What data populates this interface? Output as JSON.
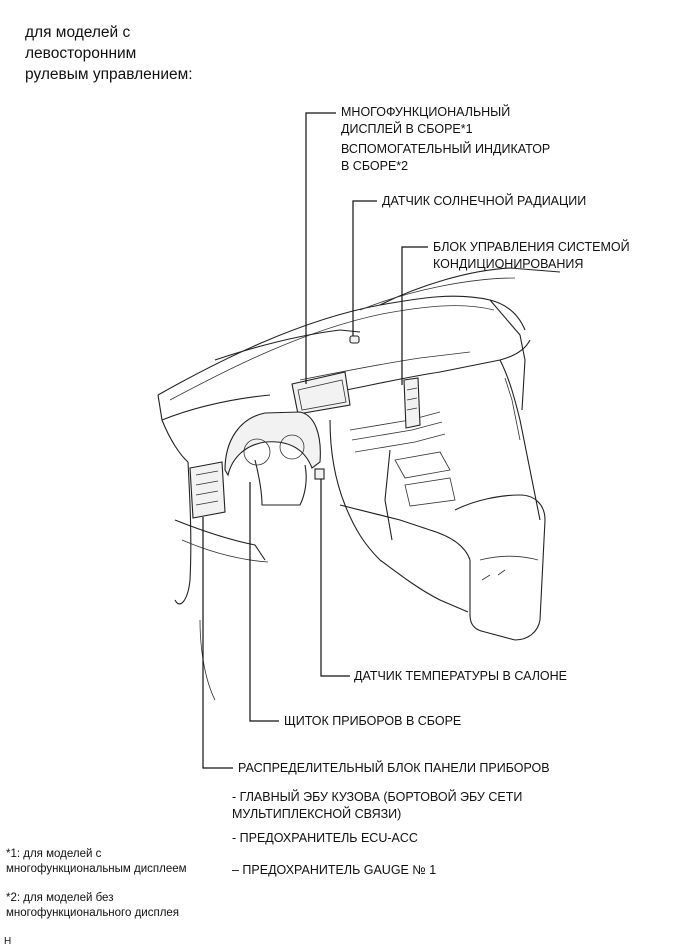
{
  "header": "для моделей с\nлевосторонним\nрулевым управлением:",
  "labels": {
    "multifunction_display": "МНОГОФУНКЦИОНАЛЬНЫЙ\nДИСПЛЕЙ В СБОРЕ*1",
    "aux_indicator": "ВСПОМОГАТЕЛЬНЫЙ ИНДИКАТОР\nВ СБОРЕ*2",
    "solar_sensor": "ДАТЧИК СОЛНЕЧНОЙ РАДИАЦИИ",
    "ac_control": "БЛОК УПРАВЛЕНИЯ СИСТЕМОЙ\nКОНДИЦИОНИРОВАНИЯ",
    "cabin_temp_sensor": "ДАТЧИК ТЕМПЕРАТУРЫ В САЛОНЕ",
    "instrument_cluster": "ЩИТОК ПРИБОРОВ В СБОРЕ",
    "junction_block": "РАСПРЕДЕЛИТЕЛЬНЫЙ БЛОК ПАНЕЛИ ПРИБОРОВ",
    "body_ecu": "- ГЛАВНЫЙ ЭБУ КУЗОВА (БОРТОВОЙ ЭБУ СЕТИ\nМУЛЬТИПЛЕКСНОЙ СВЯЗИ)",
    "fuse_ecu_acc": "- ПРЕДОХРАНИТЕЛЬ ECU-ACC",
    "fuse_gauge": "– ПРЕДОХРАНИТЕЛЬ GAUGE № 1"
  },
  "footnotes": {
    "note1": "*1: для моделей с\nмногофункциональным дисплеем",
    "note2": "*2: для моделей без\nмногофункционального дисплея"
  },
  "corner_mark": "H"
}
